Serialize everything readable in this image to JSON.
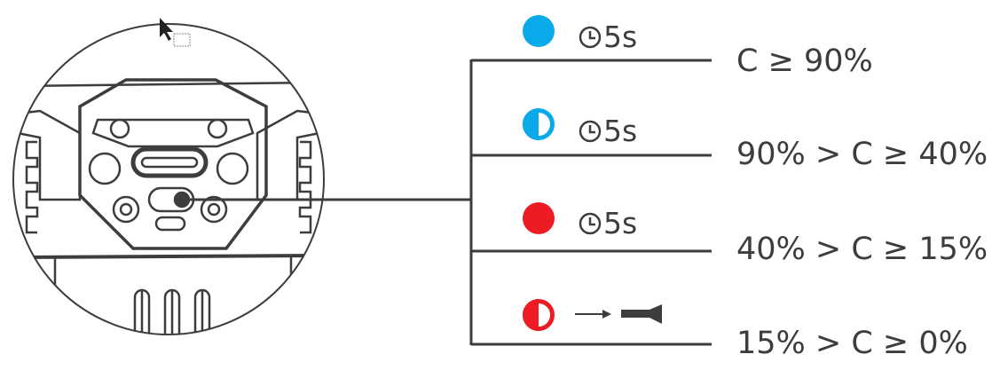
{
  "colors": {
    "blue": "#0aa9e9",
    "red": "#ed1c24",
    "line": "#3d3d3f"
  },
  "states": [
    {
      "indicator": "solid-blue",
      "duration": "5s",
      "condition": "C ≥ 90%"
    },
    {
      "indicator": "half-blue",
      "duration": "5s",
      "condition": "90% > C ≥ 40%"
    },
    {
      "indicator": "solid-red",
      "duration": "5s",
      "condition": "40% > C ≥ 15%"
    },
    {
      "indicator": "half-red",
      "action": "flashlight-icon",
      "condition": "15% > C ≥ 0%"
    }
  ]
}
